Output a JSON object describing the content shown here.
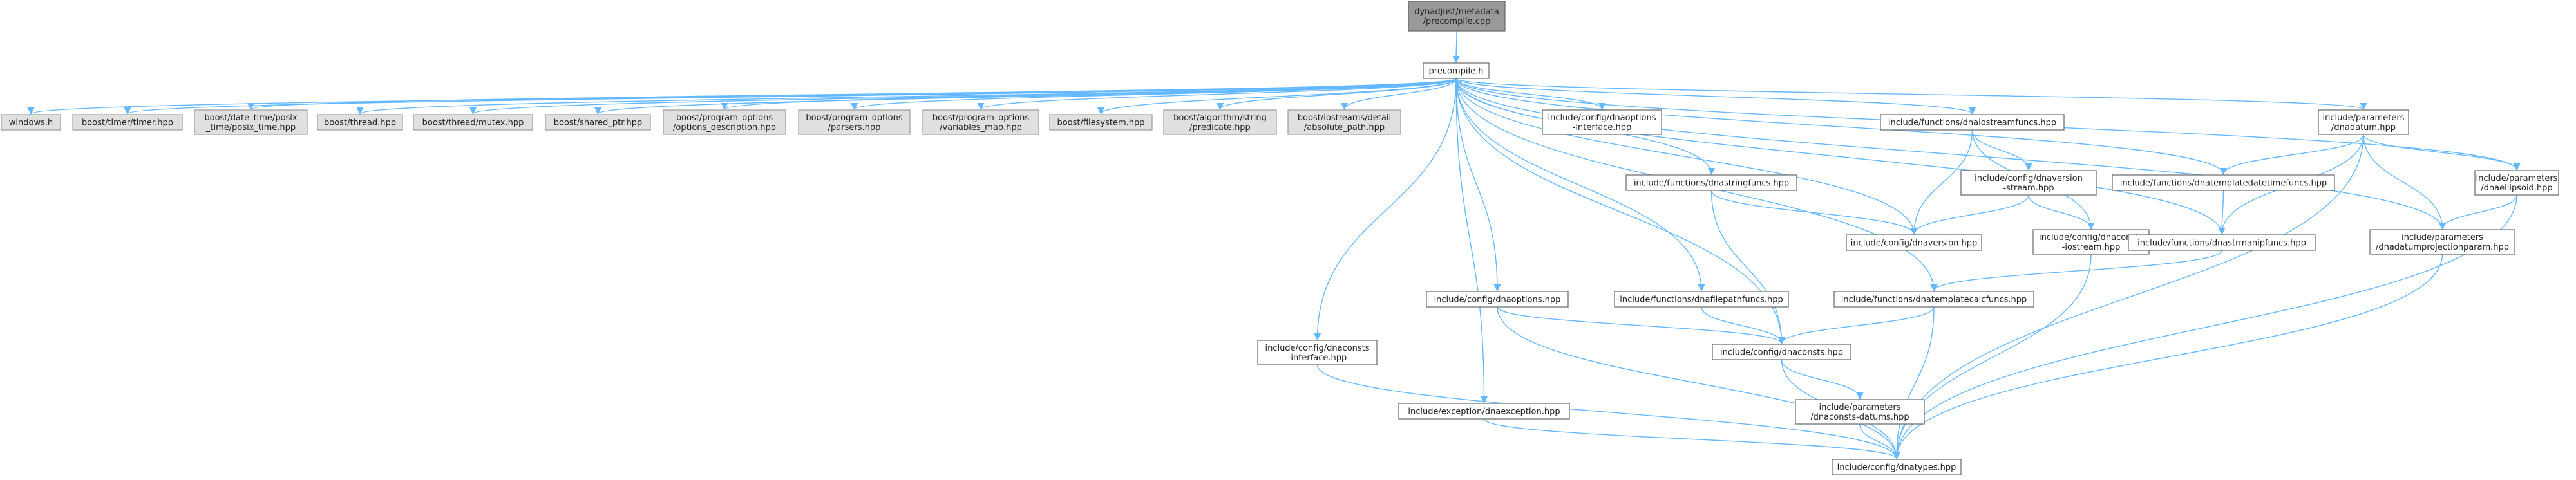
{
  "colors": {
    "edge": "#63b8ff",
    "system_fill": "#e0e0e0",
    "root_fill": "#999999",
    "node_fill": "#ffffff"
  },
  "nodes": [
    {
      "id": "root",
      "lines": [
        "dynadjust/metadata",
        "/precompile.cpp"
      ],
      "kind": "root"
    },
    {
      "id": "pch",
      "lines": [
        "precompile.h"
      ],
      "kind": "inc"
    },
    {
      "id": "win",
      "lines": [
        "windows.h"
      ],
      "kind": "sys"
    },
    {
      "id": "timer",
      "lines": [
        "boost/timer/timer.hpp"
      ],
      "kind": "sys"
    },
    {
      "id": "posix",
      "lines": [
        "boost/date_time/posix",
        "_time/posix_time.hpp"
      ],
      "kind": "sys"
    },
    {
      "id": "thread",
      "lines": [
        "boost/thread.hpp"
      ],
      "kind": "sys"
    },
    {
      "id": "mutex",
      "lines": [
        "boost/thread/mutex.hpp"
      ],
      "kind": "sys"
    },
    {
      "id": "sptr",
      "lines": [
        "boost/shared_ptr.hpp"
      ],
      "kind": "sys"
    },
    {
      "id": "po_desc",
      "lines": [
        "boost/program_options",
        "/options_description.hpp"
      ],
      "kind": "sys"
    },
    {
      "id": "po_pars",
      "lines": [
        "boost/program_options",
        "/parsers.hpp"
      ],
      "kind": "sys"
    },
    {
      "id": "po_vm",
      "lines": [
        "boost/program_options",
        "/variables_map.hpp"
      ],
      "kind": "sys"
    },
    {
      "id": "fs",
      "lines": [
        "boost/filesystem.hpp"
      ],
      "kind": "sys"
    },
    {
      "id": "alg",
      "lines": [
        "boost/algorithm/string",
        "/predicate.hpp"
      ],
      "kind": "sys"
    },
    {
      "id": "ios",
      "lines": [
        "boost/iostreams/detail",
        "/absolute_path.hpp"
      ],
      "kind": "sys"
    },
    {
      "id": "optif",
      "lines": [
        "include/config/dnaoptions",
        "-interface.hpp"
      ],
      "kind": "inc"
    },
    {
      "id": "iostr",
      "lines": [
        "include/functions/dnaiostreamfuncs.hpp"
      ],
      "kind": "inc"
    },
    {
      "id": "datum",
      "lines": [
        "include/parameters",
        "/dnadatum.hpp"
      ],
      "kind": "inc"
    },
    {
      "id": "strf",
      "lines": [
        "include/functions/dnastringfuncs.hpp"
      ],
      "kind": "inc"
    },
    {
      "id": "verstr",
      "lines": [
        "include/config/dnaversion",
        "-stream.hpp"
      ],
      "kind": "inc"
    },
    {
      "id": "tdt",
      "lines": [
        "include/functions/dnatemplatedatetimefuncs.hpp"
      ],
      "kind": "inc"
    },
    {
      "id": "ellip",
      "lines": [
        "include/parameters",
        "/dnaellipsoid.hpp"
      ],
      "kind": "inc"
    },
    {
      "id": "ver",
      "lines": [
        "include/config/dnaversion.hpp"
      ],
      "kind": "inc"
    },
    {
      "id": "consios",
      "lines": [
        "include/config/dnaconsts",
        "-iostream.hpp"
      ],
      "kind": "inc"
    },
    {
      "id": "strman",
      "lines": [
        "include/functions/dnastrmanipfuncs.hpp"
      ],
      "kind": "inc"
    },
    {
      "id": "proj",
      "lines": [
        "include/parameters",
        "/dnadatumprojectionparam.hpp"
      ],
      "kind": "inc"
    },
    {
      "id": "opts",
      "lines": [
        "include/config/dnaoptions.hpp"
      ],
      "kind": "inc"
    },
    {
      "id": "fpath",
      "lines": [
        "include/functions/dnafilepathfuncs.hpp"
      ],
      "kind": "inc"
    },
    {
      "id": "tcalc",
      "lines": [
        "include/functions/dnatemplatecalcfuncs.hpp"
      ],
      "kind": "inc"
    },
    {
      "id": "consif",
      "lines": [
        "include/config/dnaconsts",
        "-interface.hpp"
      ],
      "kind": "inc"
    },
    {
      "id": "consts",
      "lines": [
        "include/config/dnaconsts.hpp"
      ],
      "kind": "inc"
    },
    {
      "id": "cdat",
      "lines": [
        "include/parameters",
        "/dnaconsts-datums.hpp"
      ],
      "kind": "inc"
    },
    {
      "id": "exc",
      "lines": [
        "include/exception/dnaexception.hpp"
      ],
      "kind": "inc"
    },
    {
      "id": "types",
      "lines": [
        "include/config/dnatypes.hpp"
      ],
      "kind": "inc"
    }
  ],
  "edges": [
    [
      "root",
      "pch"
    ],
    [
      "pch",
      "win"
    ],
    [
      "pch",
      "timer"
    ],
    [
      "pch",
      "posix"
    ],
    [
      "pch",
      "thread"
    ],
    [
      "pch",
      "mutex"
    ],
    [
      "pch",
      "sptr"
    ],
    [
      "pch",
      "po_desc"
    ],
    [
      "pch",
      "po_pars"
    ],
    [
      "pch",
      "po_vm"
    ],
    [
      "pch",
      "fs"
    ],
    [
      "pch",
      "alg"
    ],
    [
      "pch",
      "ios"
    ],
    [
      "pch",
      "optif"
    ],
    [
      "pch",
      "iostr"
    ],
    [
      "pch",
      "datum"
    ],
    [
      "pch",
      "strf"
    ],
    [
      "pch",
      "tdt"
    ],
    [
      "pch",
      "ellip"
    ],
    [
      "pch",
      "ver"
    ],
    [
      "pch",
      "strman"
    ],
    [
      "pch",
      "proj"
    ],
    [
      "pch",
      "opts"
    ],
    [
      "pch",
      "fpath"
    ],
    [
      "pch",
      "tcalc"
    ],
    [
      "pch",
      "consif"
    ],
    [
      "pch",
      "consts"
    ],
    [
      "pch",
      "exc"
    ],
    [
      "iostr",
      "verstr"
    ],
    [
      "iostr",
      "ver"
    ],
    [
      "iostr",
      "consios"
    ],
    [
      "verstr",
      "ver"
    ],
    [
      "verstr",
      "consios"
    ],
    [
      "strf",
      "ver"
    ],
    [
      "strf",
      "consts"
    ],
    [
      "datum",
      "tdt"
    ],
    [
      "datum",
      "ellip"
    ],
    [
      "datum",
      "strman"
    ],
    [
      "datum",
      "proj"
    ],
    [
      "datum",
      "types"
    ],
    [
      "tdt",
      "strman"
    ],
    [
      "ellip",
      "proj"
    ],
    [
      "ellip",
      "types"
    ],
    [
      "strman",
      "tcalc"
    ],
    [
      "proj",
      "types"
    ],
    [
      "consios",
      "types"
    ],
    [
      "opts",
      "consts"
    ],
    [
      "opts",
      "types"
    ],
    [
      "fpath",
      "consts"
    ],
    [
      "tcalc",
      "consts"
    ],
    [
      "tcalc",
      "types"
    ],
    [
      "consif",
      "types"
    ],
    [
      "consts",
      "cdat"
    ],
    [
      "consts",
      "types"
    ],
    [
      "cdat",
      "types"
    ],
    [
      "exc",
      "types"
    ]
  ]
}
